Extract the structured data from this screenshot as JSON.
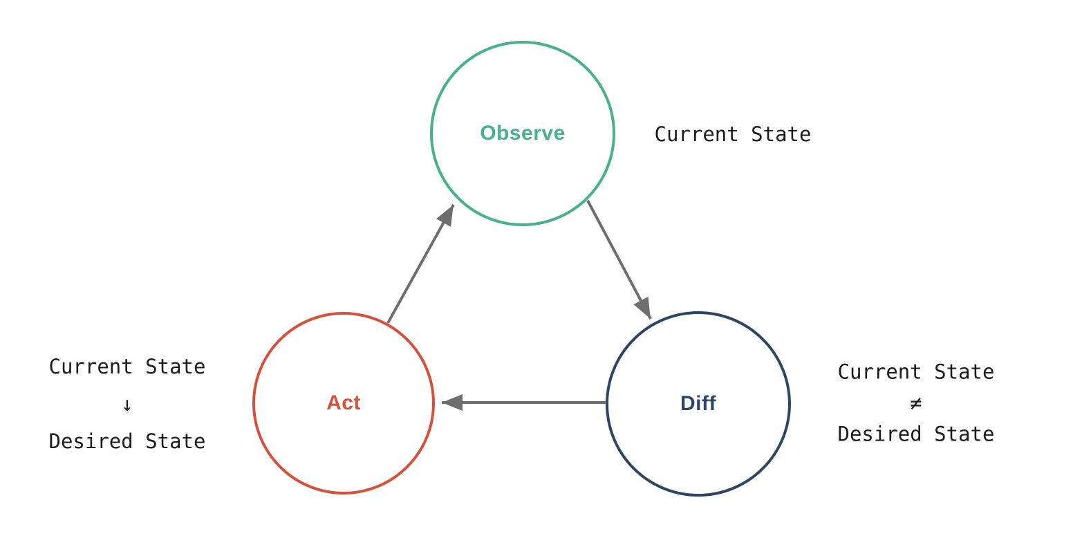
{
  "diagram": {
    "background": "#ffffff",
    "arrow_color": "#6e6e6e",
    "text_color": "#1c1c1c",
    "nodes": [
      {
        "id": "observe",
        "label": "Observe",
        "color": "#47b18c"
      },
      {
        "id": "act",
        "label": "Act",
        "color": "#d6503c"
      },
      {
        "id": "diff",
        "label": "Diff",
        "color": "#2d4663"
      }
    ],
    "edges": [
      {
        "from": "Act",
        "to": "Observe"
      },
      {
        "from": "Observe",
        "to": "Diff"
      },
      {
        "from": "Diff",
        "to": "Act"
      }
    ],
    "annotations": {
      "observe": {
        "lines": [
          "Current State"
        ]
      },
      "act": {
        "lines": [
          "Current State",
          "↓",
          "Desired State"
        ]
      },
      "diff": {
        "lines": [
          "Current State",
          "≠",
          "Desired State"
        ]
      }
    }
  }
}
